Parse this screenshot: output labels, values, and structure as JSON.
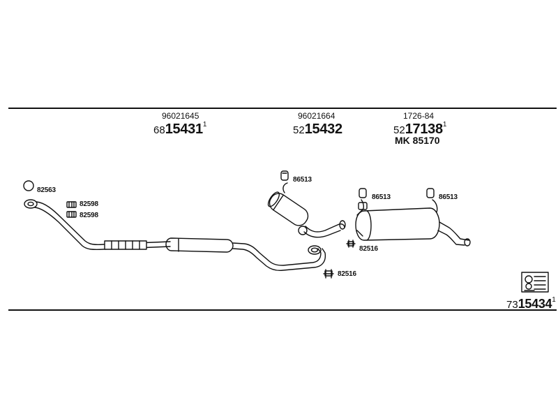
{
  "top_parts": [
    {
      "ref": "96021645",
      "prefix": "68",
      "number": "15431",
      "suffix": "1"
    },
    {
      "ref": "96021664",
      "prefix": "52",
      "number": "15432",
      "suffix": ""
    },
    {
      "ref": "1726-84",
      "prefix": "52",
      "number": "17138",
      "suffix": "1",
      "extra": "MK  85170"
    }
  ],
  "labels": {
    "ring": "82563",
    "clamp_a": "82598",
    "clamp_b": "82598",
    "hanger_mid": "86513",
    "hanger_rear_1": "86513",
    "hanger_rear_2": "86513",
    "bracket_upper": "82516",
    "bracket_lower": "82516"
  },
  "kit": {
    "prefix": "73",
    "number": "15434",
    "suffix": "1"
  }
}
